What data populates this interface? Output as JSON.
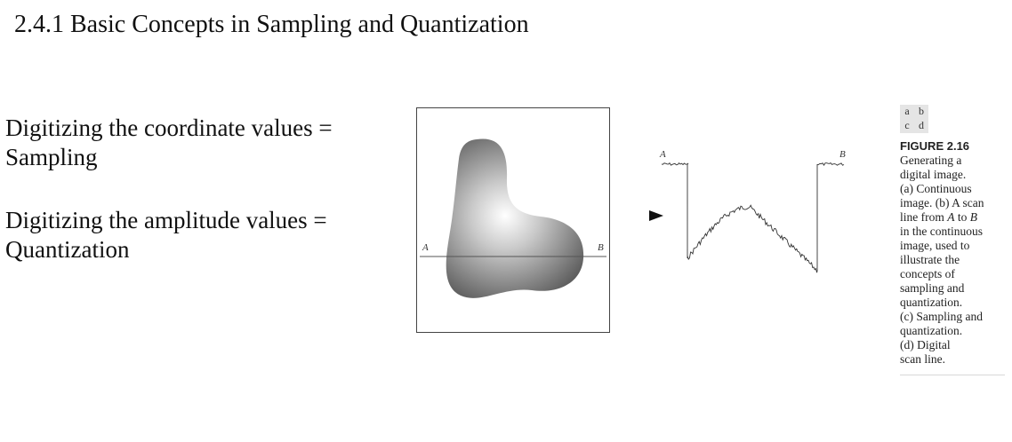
{
  "title": "2.4.1 Basic Concepts in Sampling and Quantization",
  "concepts": [
    {
      "line1": "Digitizing the coordinate values =",
      "line2": "Sampling"
    },
    {
      "line1": "Digitizing the amplitude values =",
      "line2": "Quantization"
    }
  ],
  "figure": {
    "panel_labels": [
      "a",
      "b",
      "c",
      "d"
    ],
    "point_a": "A",
    "point_b": "B",
    "label": "FIGURE 2.16",
    "caption_lines": [
      [
        "Generating a"
      ],
      [
        "digital image."
      ],
      [
        "(a) Continuous"
      ],
      [
        "image. (b) A scan"
      ],
      [
        "line from ",
        "A",
        " to ",
        "B"
      ],
      [
        "in the continuous"
      ],
      [
        "image, used to"
      ],
      [
        "illustrate the"
      ],
      [
        "concepts of"
      ],
      [
        "sampling and"
      ],
      [
        "quantization."
      ],
      [
        "(c) Sampling and"
      ],
      [
        "quantization."
      ],
      [
        "(d) Digital"
      ],
      [
        "scan line."
      ]
    ]
  }
}
